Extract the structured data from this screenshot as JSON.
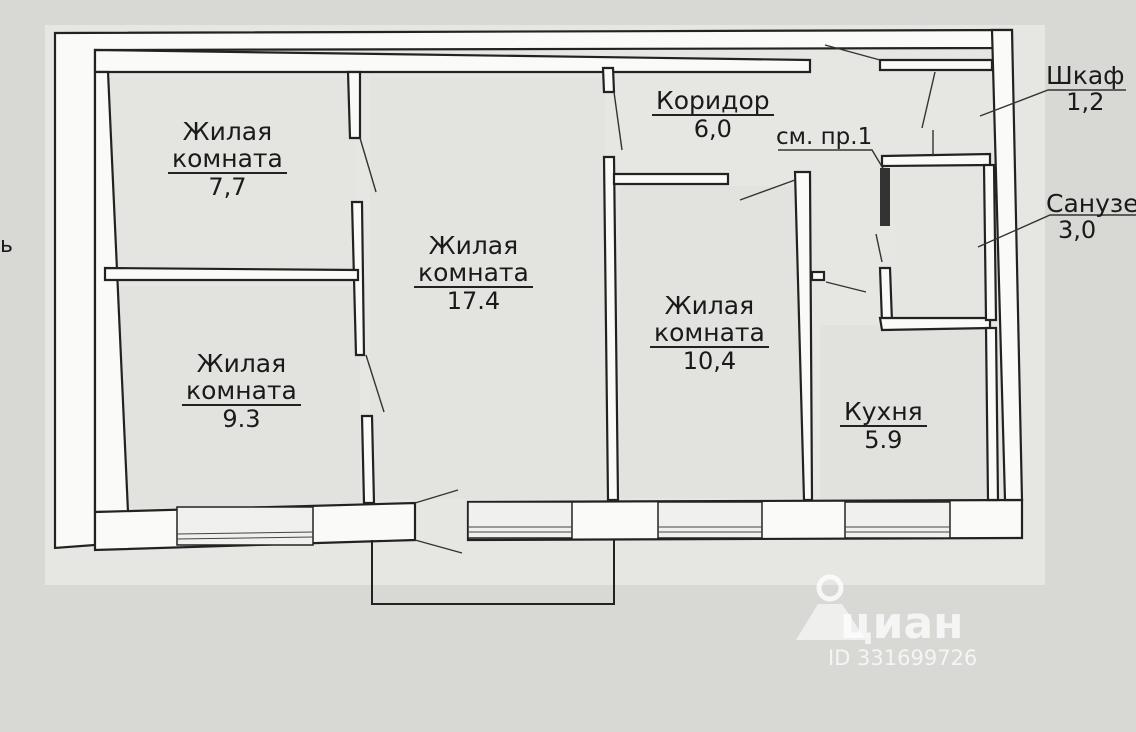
{
  "rooms": [
    {
      "key": "room1",
      "title_line1": "Жилая",
      "title_line2": "комната",
      "area": "7,7"
    },
    {
      "key": "room2",
      "title_line1": "Жилая",
      "title_line2": "комната",
      "area": "9.3"
    },
    {
      "key": "room3",
      "title_line1": "Жилая",
      "title_line2": "комната",
      "area": "17.4"
    },
    {
      "key": "room4",
      "title_line1": "Жилая",
      "title_line2": "комната",
      "area": "10,4"
    },
    {
      "key": "kitchen",
      "title": "Кухня",
      "area": "5.9"
    },
    {
      "key": "corridor",
      "title": "Коридор",
      "area": "6,0"
    },
    {
      "key": "closet",
      "title": "Шкаф",
      "area": "1,2"
    },
    {
      "key": "bathroom",
      "title": "Санузел",
      "area": "3,0"
    }
  ],
  "note": "см. пр.1",
  "edge_text": "ь",
  "watermark": {
    "brand": "циан",
    "id": "ID 331699726"
  },
  "colors": {
    "paper": "#d9d9d6",
    "wall": "#fafaf8",
    "ink": "#222222"
  }
}
